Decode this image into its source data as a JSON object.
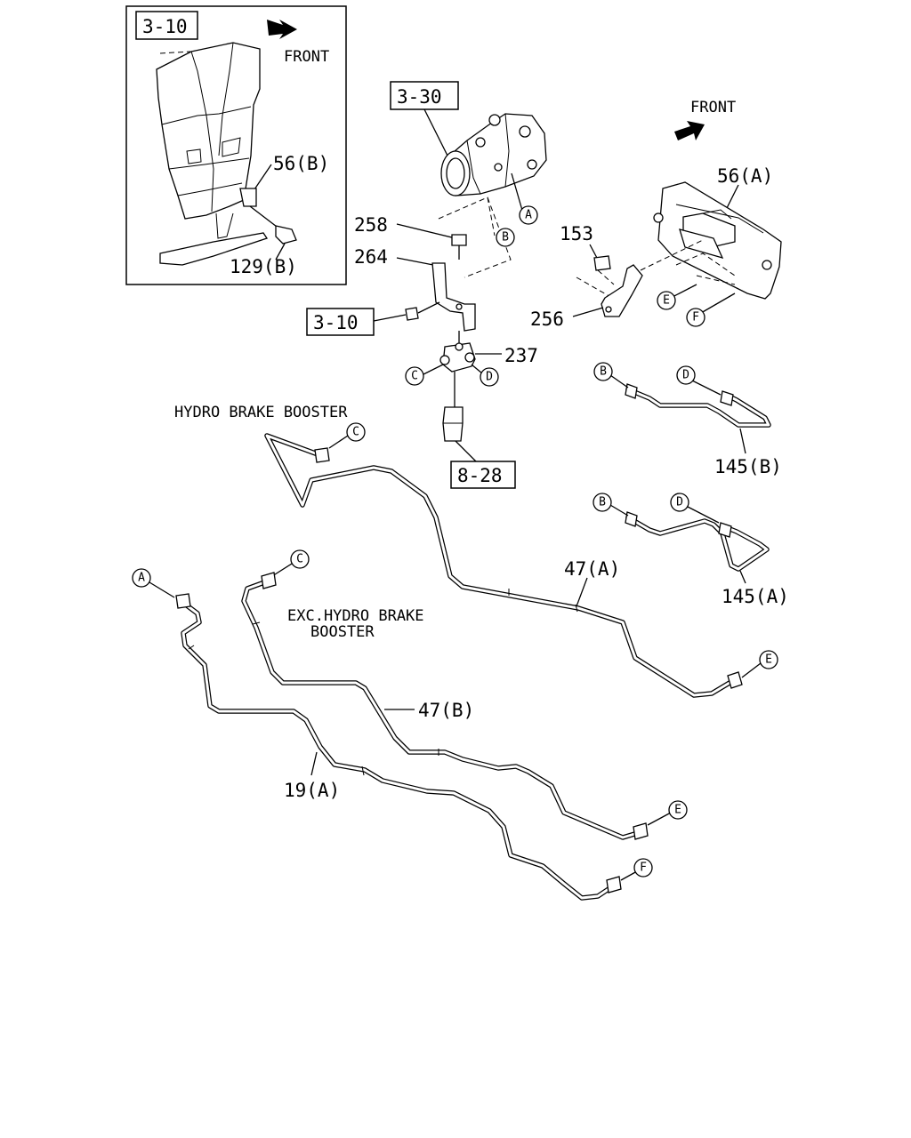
{
  "callouts": {
    "ref_3_10_inset": "3-10",
    "ref_3_30": "3-30",
    "ref_3_10_main": "3-10",
    "ref_8_28": "8-28",
    "front_inset": "FRONT",
    "front_right": "FRONT",
    "p56b": "56(B)",
    "p129b": "129(B)",
    "p258": "258",
    "p264": "264",
    "p237": "237",
    "p153": "153",
    "p256": "256",
    "p56a": "56(A)",
    "p145b": "145(B)",
    "p145a": "145(A)",
    "p47a": "47(A)",
    "p47b": "47(B)",
    "p19a": "19(A)",
    "hydro_note": "HYDRO BRAKE BOOSTER",
    "exc_note_line1": "EXC.HYDRO BRAKE",
    "exc_note_line2": "BOOSTER"
  },
  "connectors": {
    "A": "A",
    "B": "B",
    "C": "C",
    "D": "D",
    "E": "E",
    "F": "F"
  }
}
